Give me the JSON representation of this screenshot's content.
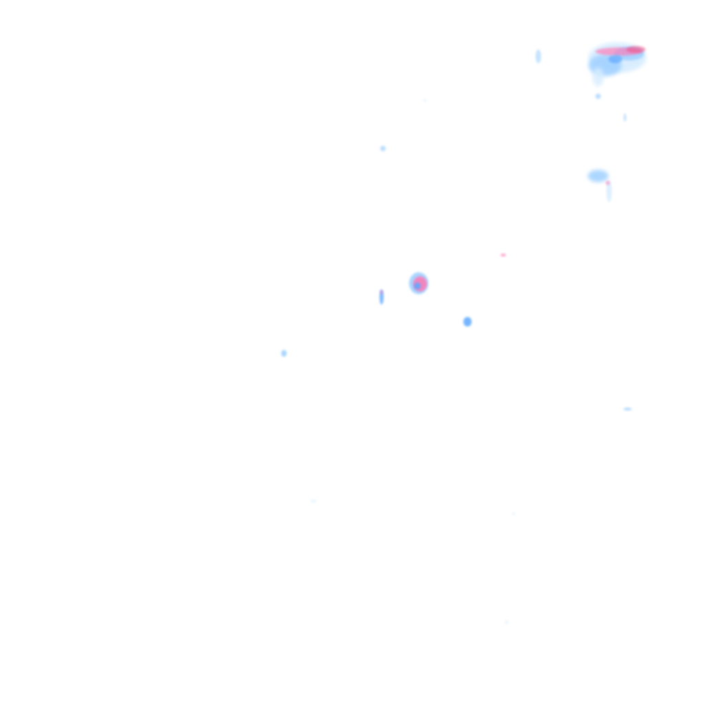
{
  "map": {
    "kind": "precipitation-radar-overlay",
    "background": "#ffffff",
    "legend_visible": false,
    "labels_visible": false,
    "intensity_colors": {
      "light": "#d6ecff",
      "moderate": "#9fd0ff",
      "heavy": "#5fa8ff",
      "intense": "#ff78b4",
      "extreme": "#f04880"
    },
    "cells": [
      {
        "id": "cluster-north-east",
        "intensity": "intense"
      },
      {
        "id": "band-east",
        "intensity": "moderate"
      },
      {
        "id": "cell-center",
        "intensity": "extreme"
      },
      {
        "id": "cell-center-south",
        "intensity": "heavy"
      },
      {
        "id": "streak-center-west",
        "intensity": "heavy"
      },
      {
        "id": "dot-west",
        "intensity": "moderate"
      },
      {
        "id": "dot-north-center",
        "intensity": "moderate"
      },
      {
        "id": "speck-north",
        "intensity": "moderate"
      },
      {
        "id": "dot-north-east-small",
        "intensity": "light"
      },
      {
        "id": "dash-east-south",
        "intensity": "moderate"
      },
      {
        "id": "speck-center-east",
        "intensity": "intense"
      },
      {
        "id": "speck-south-1",
        "intensity": "light"
      },
      {
        "id": "speck-south-2",
        "intensity": "light"
      },
      {
        "id": "speck-south-3",
        "intensity": "light"
      }
    ]
  }
}
